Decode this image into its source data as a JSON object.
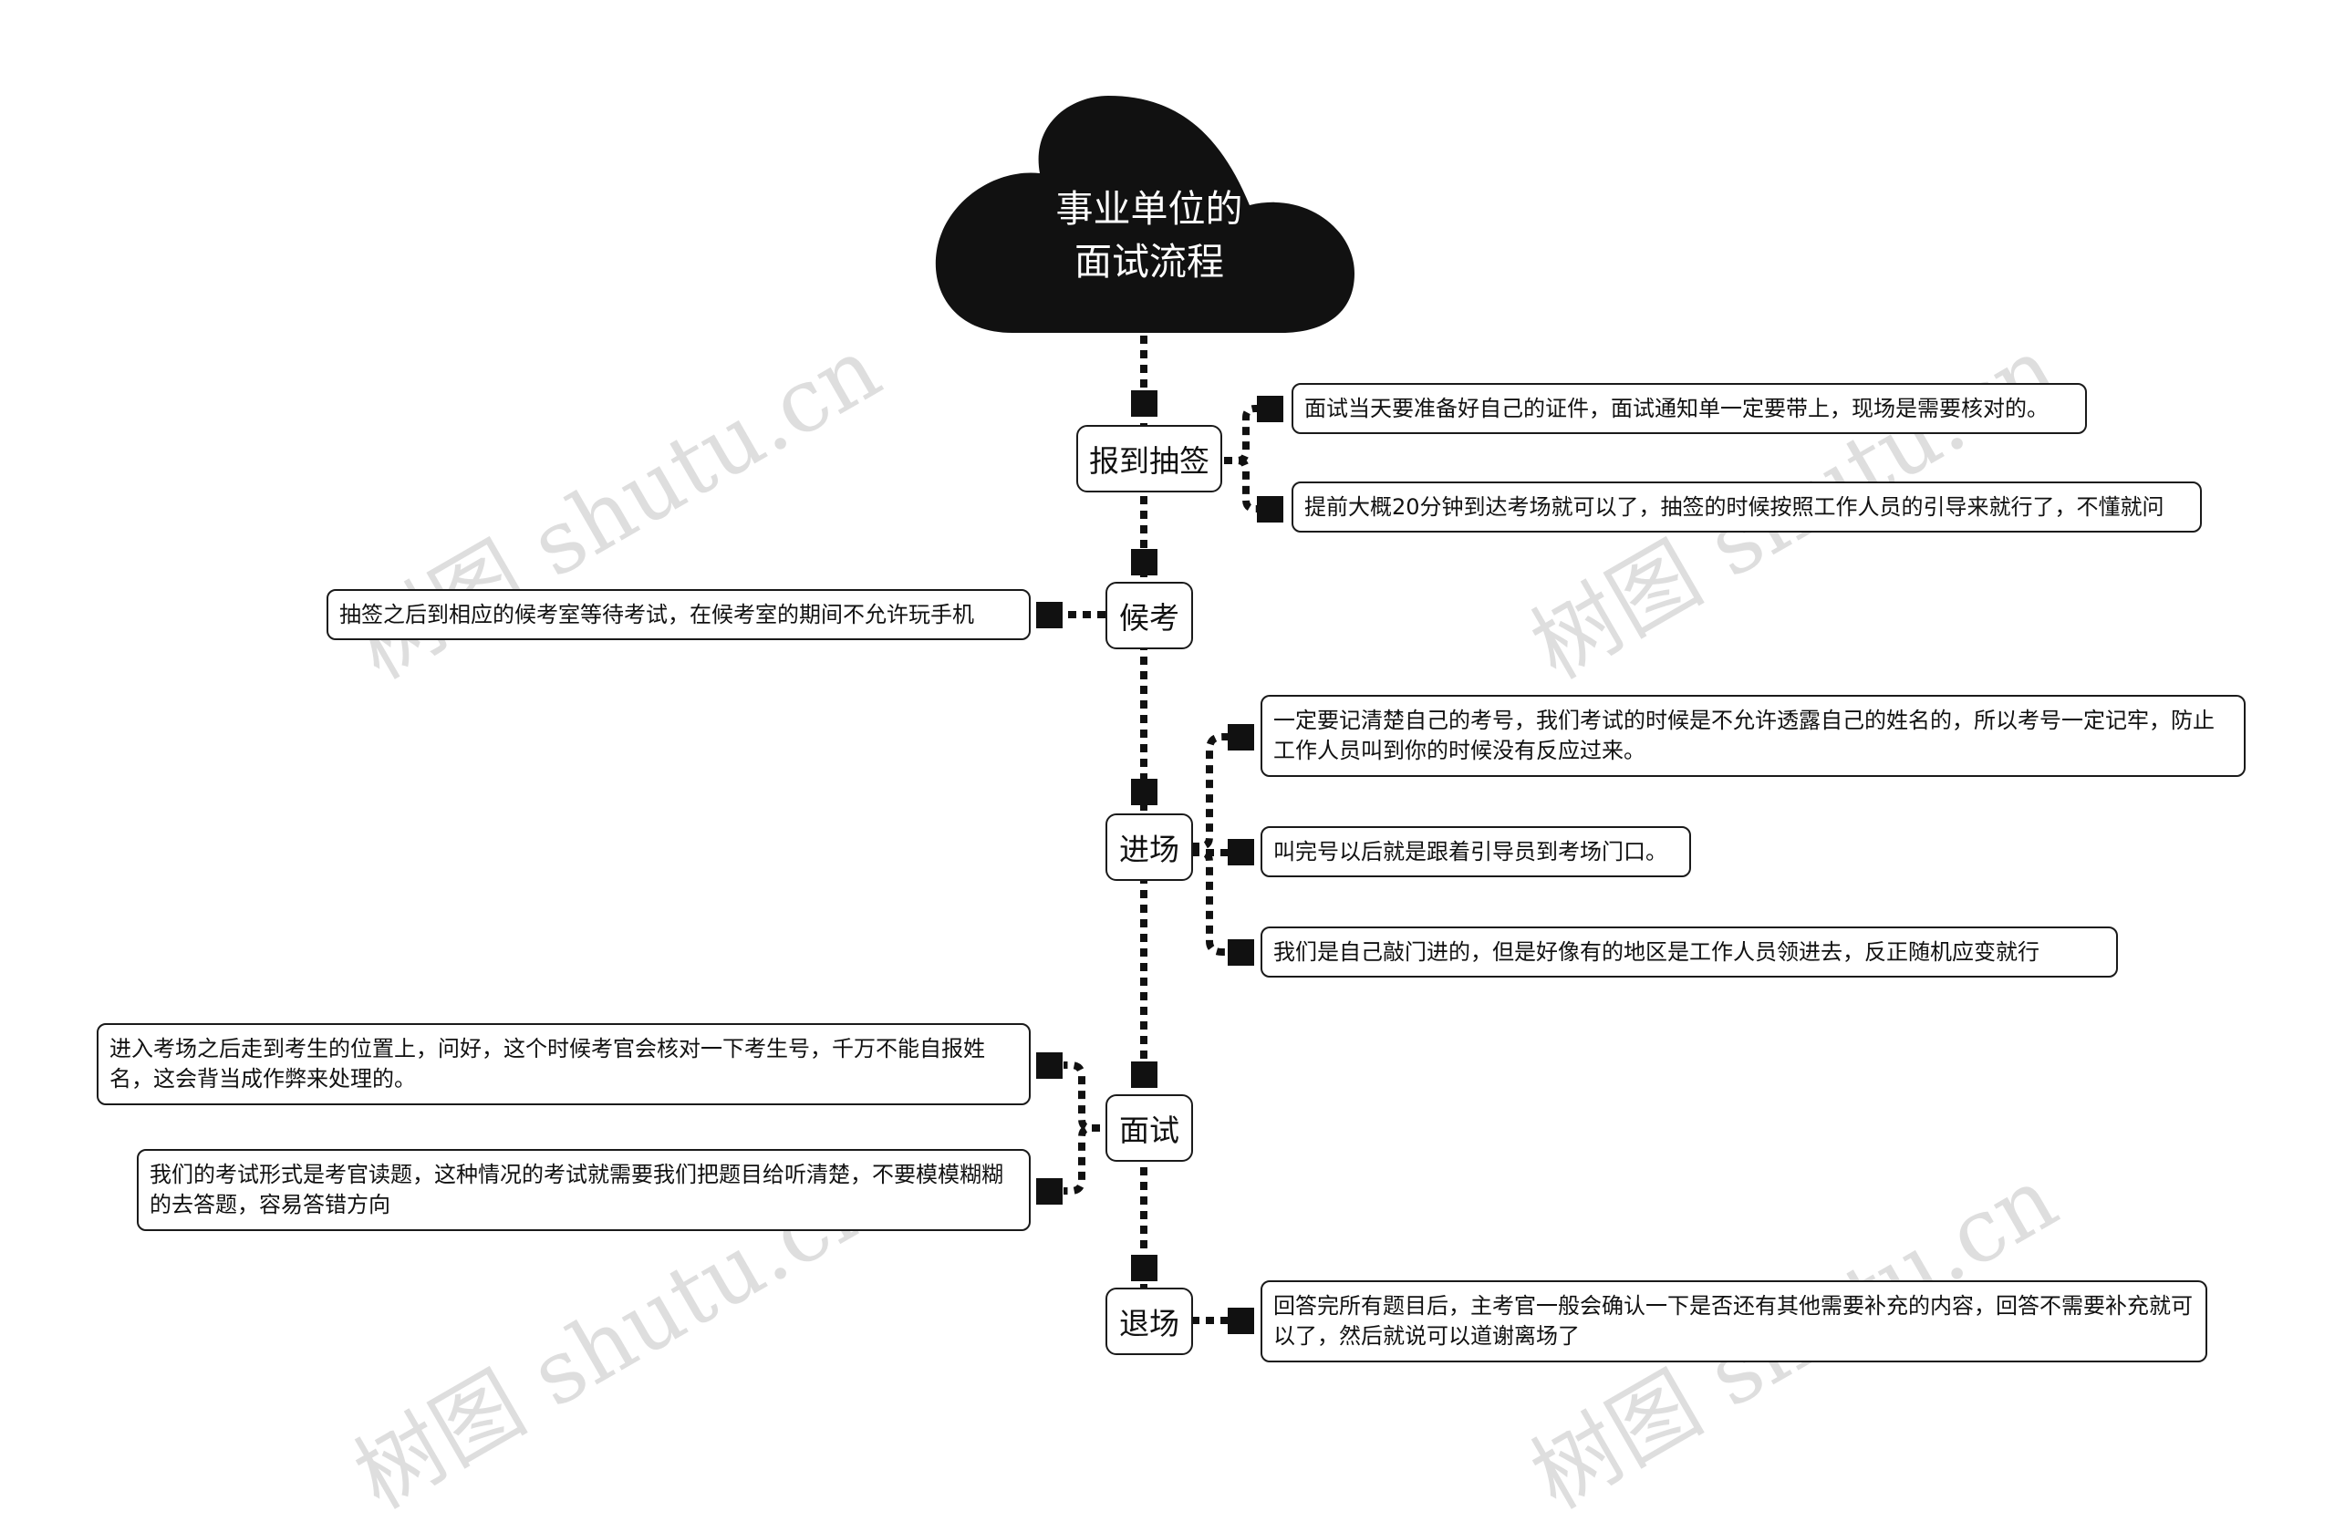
{
  "root": {
    "title_line1": "事业单位的",
    "title_line2": "面试流程"
  },
  "branches": [
    {
      "label": "报到抽签",
      "leaves": [
        "面试当天要准备好自己的证件，面试通知单一定要带上，现场是需要核对的。",
        "提前大概20分钟到达考场就可以了，抽签的时候按照工作人员的引导来就行了，不懂就问"
      ]
    },
    {
      "label": "候考",
      "leaves": [
        "抽签之后到相应的候考室等待考试，在候考室的期间不允许玩手机"
      ]
    },
    {
      "label": "进场",
      "leaves": [
        "一定要记清楚自己的考号，我们考试的时候是不允许透露自己的姓名的，所以考号一定记牢，防止工作人员叫到你的时候没有反应过来。",
        "叫完号以后就是跟着引导员到考场门口。",
        "我们是自己敲门进的，但是好像有的地区是工作人员领进去，反正随机应变就行"
      ]
    },
    {
      "label": "面试",
      "leaves": [
        "进入考场之后走到考生的位置上，问好，这个时候考官会核对一下考生号，千万不能自报姓名，这会背当成作弊来处理的。",
        "我们的考试形式是考官读题，这种情况的考试就需要我们把题目给听清楚，不要模模糊糊的去答题，容易答错方向"
      ]
    },
    {
      "label": "退场",
      "leaves": [
        "回答完所有题目后，主考官一般会确认一下是否还有其他需要补充的内容，回答不需要补充就可以了，然后就说可以道谢离场了"
      ]
    }
  ],
  "watermark": "树图 shutu.cn",
  "colors": {
    "root_fill": "#111111",
    "line": "#111111",
    "border": "#1a1a1a"
  }
}
